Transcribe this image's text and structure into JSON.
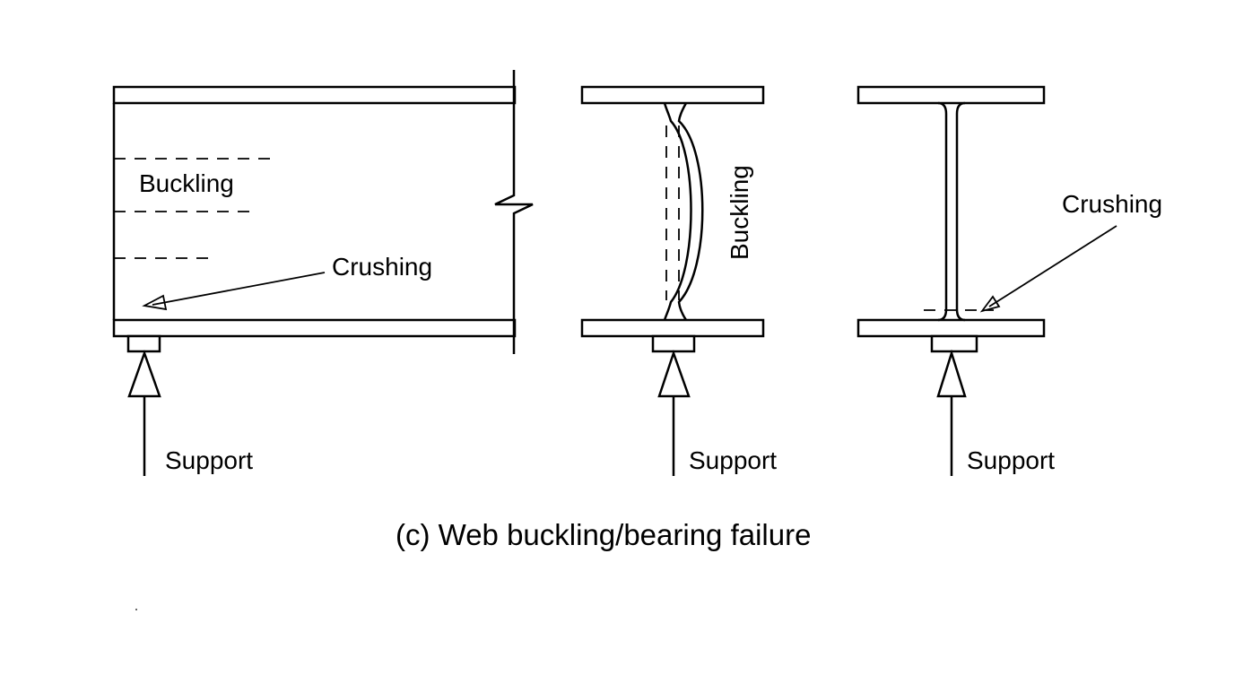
{
  "figure": {
    "caption": "(c) Web buckling/bearing failure",
    "side_view": {
      "buckling_label": "Buckling",
      "crushing_label": "Crushing",
      "support_label": "Support"
    },
    "section_buckling": {
      "buckling_label": "Buckling",
      "support_label": "Support"
    },
    "section_crushing": {
      "crushing_label": "Crushing",
      "support_label": "Support"
    }
  }
}
